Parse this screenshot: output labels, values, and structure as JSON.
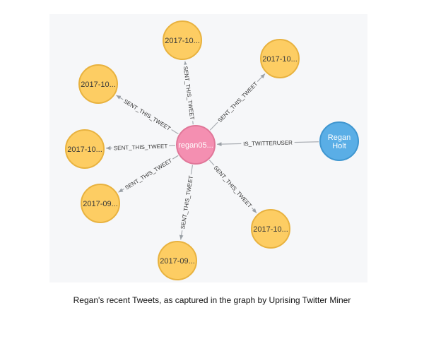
{
  "graph": {
    "center_node": {
      "label": "regan05...",
      "color": "#f48fb1",
      "stroke": "#e07799"
    },
    "user_node": {
      "label_line1": "Regan",
      "label_line2": "Holt",
      "color": "#5aaee6",
      "stroke": "#3f96d0"
    },
    "user_edge_label": "IS_TWITTERUSER",
    "tweet_edge_label": "SENT_THIS_TWEET",
    "tweet_color": "#fdcd63",
    "tweet_stroke": "#e8b23f",
    "tweets": [
      {
        "label": "2017-10..."
      },
      {
        "label": "2017-10..."
      },
      {
        "label": "2017-10..."
      },
      {
        "label": "2017-10..."
      },
      {
        "label": "2017-09..."
      },
      {
        "label": "2017-09..."
      },
      {
        "label": "2017-10..."
      }
    ]
  },
  "caption": "Regan's recent Tweets, as captured in the graph by Uprising Twitter Miner"
}
